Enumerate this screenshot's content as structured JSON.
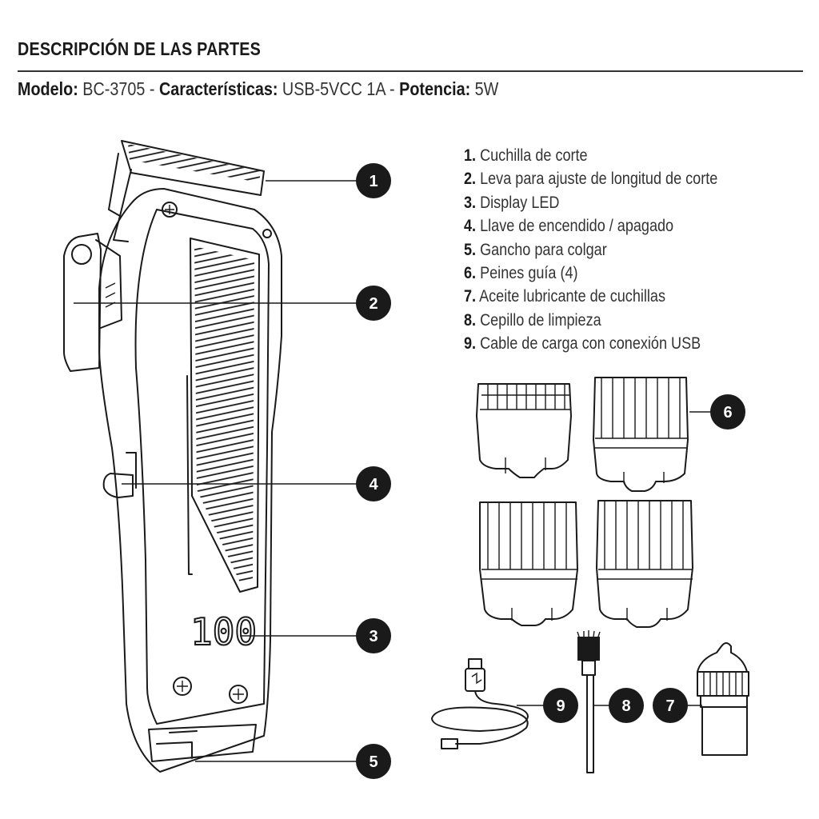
{
  "header": {
    "title": "DESCRIPCIÓN DE LAS PARTES",
    "model_label": "Modelo:",
    "model_value": "BC-3705",
    "sep1": "-",
    "features_label": "Características:",
    "features_value": "USB-5VCC 1A",
    "sep2": "-",
    "power_label": "Potencia:",
    "power_value": "5W"
  },
  "parts": [
    {
      "num": "1.",
      "label": "Cuchilla de corte"
    },
    {
      "num": "2.",
      "label": "Leva para ajuste de longitud de corte"
    },
    {
      "num": "3.",
      "label": "Display LED"
    },
    {
      "num": "4.",
      "label": "Llave de encendido / apagado"
    },
    {
      "num": "5.",
      "label": "Gancho para colgar"
    },
    {
      "num": "6.",
      "label": "Peines guía (4)"
    },
    {
      "num": "7.",
      "label": "Aceite lubricante de cuchillas"
    },
    {
      "num": "8.",
      "label": "Cepillo de limpieza"
    },
    {
      "num": "9.",
      "label": "Cable de carga con conexión USB"
    }
  ],
  "callouts": [
    "1",
    "2",
    "3",
    "4",
    "5",
    "6",
    "7",
    "8",
    "9"
  ],
  "display_reading": "100",
  "colors": {
    "ink": "#1a1a1a",
    "background": "#ffffff"
  }
}
